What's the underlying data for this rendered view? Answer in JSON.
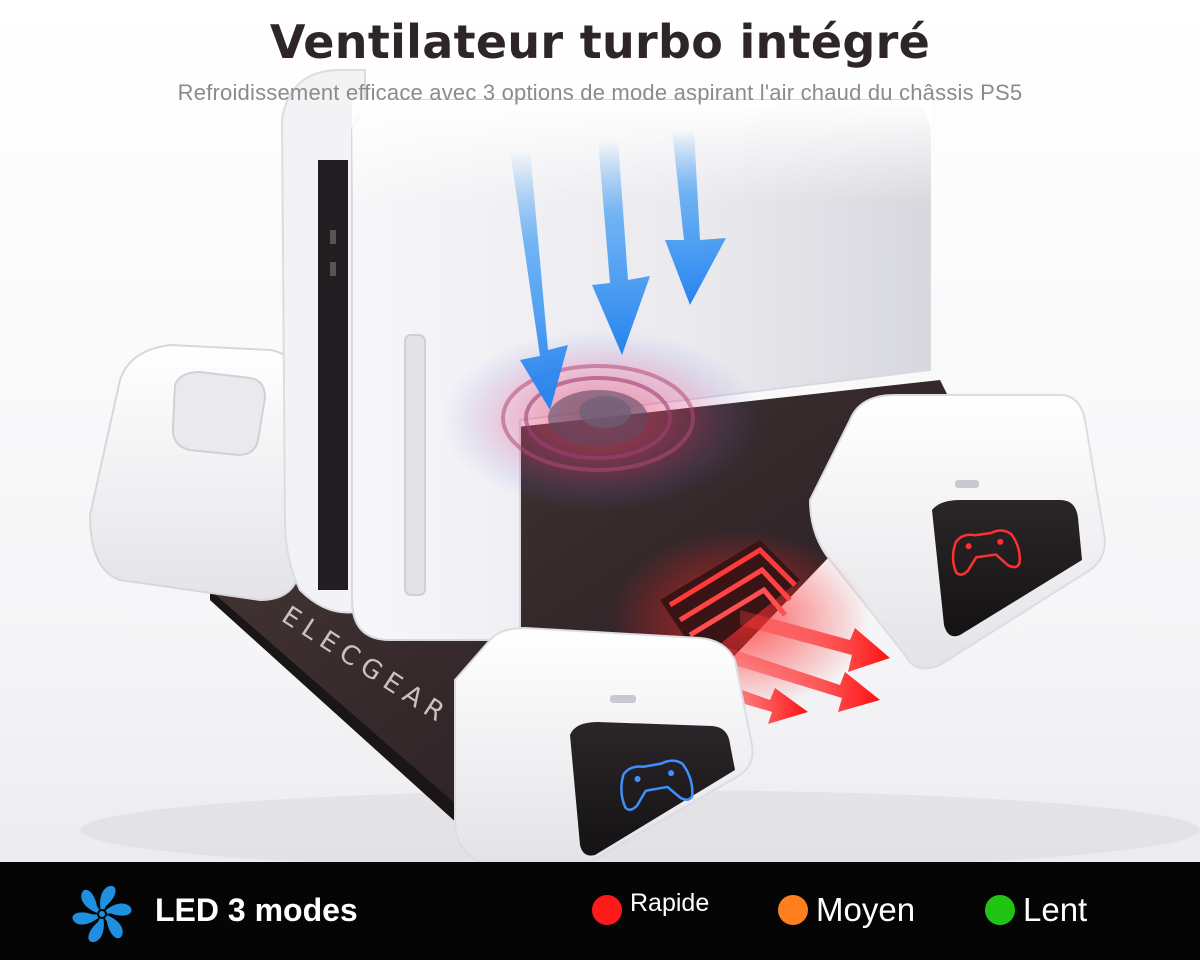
{
  "header": {
    "title": "Ventilateur turbo intégré",
    "subtitle": "Refroidissement efficace avec 3 options de mode aspirant l'air chaud du châssis PS5"
  },
  "product": {
    "brand_logo_text": "ELECGEAR",
    "icons": [
      "console-icon",
      "fan-icon",
      "controller-icon",
      "airflow-arrow-icon"
    ]
  },
  "footer": {
    "led_label": "LED 3 modes",
    "fan_icon": "fan-icon",
    "modes": [
      {
        "label": "Rapide",
        "color": "#ff1a1a"
      },
      {
        "label": "Moyen",
        "color": "#ff7f1f"
      },
      {
        "label": "Lent",
        "color": "#22c414"
      }
    ]
  },
  "colors": {
    "cool_air": "#2f8ff0",
    "hot_air": "#ff1d1d",
    "footer_background": "#050505",
    "title_color": "#2e2528",
    "subtitle_color": "#8b8b8b"
  }
}
